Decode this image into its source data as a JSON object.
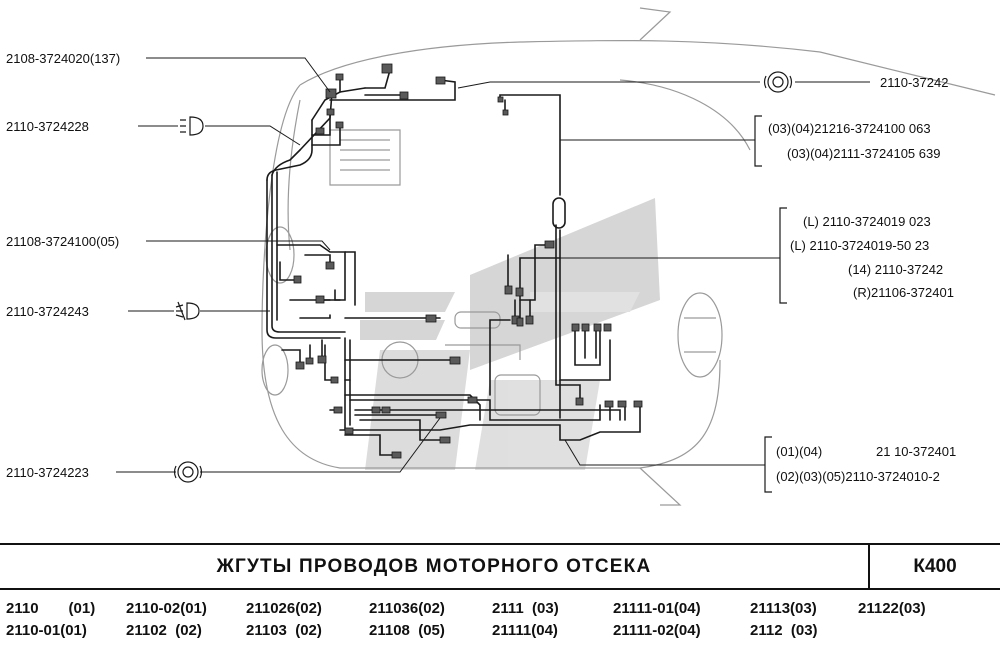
{
  "left_labels": {
    "l1": "2108-3724020(137)",
    "l2": "2110-3724228",
    "l3": "21108-3724100(05)",
    "l4": "2110-3724243",
    "l5": "2110-3724223"
  },
  "right_labels": {
    "top": "2110-37242",
    "g1_a": "(03)(04)21216-3724100 063",
    "g1_b": "(03)(04)2111-3724105 639",
    "g2_a": "(L)  2110-3724019 023",
    "g2_b": "(L)   2110-3724019-50 23",
    "g2_c": "(14) 2110-37242",
    "g2_d": "(R)21106-372401",
    "g3_a1": "(01)(04)",
    "g3_a2": "21 10-372401",
    "g3_b": "(02)(03)(05)2110-3724010-2"
  },
  "title": {
    "text": "ЖГУТЫ  ПРОВОДОВ  МОТОРНОГО  ОТСЕКА",
    "code": "К400"
  },
  "models": [
    [
      "2110",
      "(01)"
    ],
    [
      "2110-02(01)"
    ],
    [
      "211026(02)"
    ],
    [
      "211036(02)"
    ],
    [
      "2111  (03)"
    ],
    [
      "21111-01(04)"
    ],
    [
      "21113(03)"
    ],
    [
      "21122(03)"
    ],
    [
      "2110-01(01)"
    ],
    [
      "21102  (02)"
    ],
    [
      "21103  (02)"
    ],
    [
      "21108  (05)"
    ],
    [
      "21111(04)"
    ],
    [
      "21111-02(04)"
    ],
    [
      "2112  (03)"
    ]
  ],
  "colors": {
    "line": "#1a1a1a",
    "car_outline": "#9a9a9a",
    "watermark": "#c8c8c8"
  }
}
